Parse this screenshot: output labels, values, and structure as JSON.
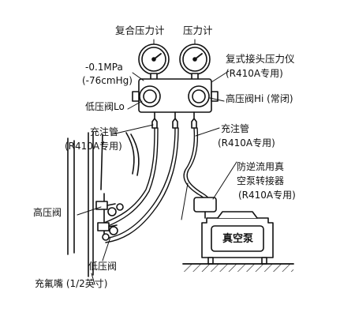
{
  "labels": {
    "compound_gauge": "复合压力计",
    "pressure_gauge": "压力计",
    "vacuum_reading_1": "-0.1MPa",
    "vacuum_reading_2": "(-76cmHg)",
    "gauge_manifold_1": "复式接头压力仪",
    "gauge_manifold_2": "(R410A专用)",
    "low_valve_lo": "低压阀Lo",
    "high_valve_hi": "高压阀Hi (常闭)",
    "charge_hose_left_1": "充注管",
    "charge_hose_left_2": "(R410A专用)",
    "charge_hose_right_1": "充注管",
    "charge_hose_right_2": "(R410A专用)",
    "check_adapter_1": "防逆流用真",
    "check_adapter_2": "空泵转接器",
    "check_adapter_3": "(R410A专用)",
    "high_pressure_valve": "高压阀",
    "low_pressure_valve": "低压阀",
    "vacuum_pump": "真空泵",
    "charge_port": "充氟嘴 (1/2英寸)"
  },
  "colors": {
    "ink": "#111111",
    "paper": "#ffffff"
  }
}
